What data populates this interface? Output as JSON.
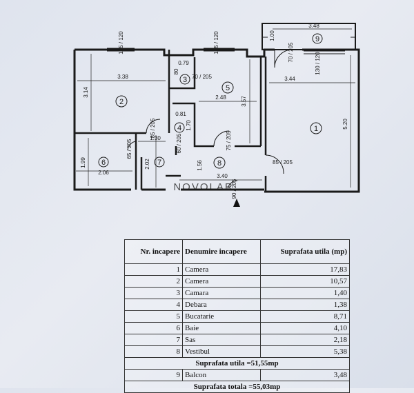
{
  "watermark": "NOVOLAR",
  "entrance_label": "ENTRANCE",
  "rooms": [
    {
      "num": "1",
      "name": "Camera",
      "area": "17,83"
    },
    {
      "num": "2",
      "name": "Camera",
      "area": "10,57"
    },
    {
      "num": "3",
      "name": "Camara",
      "area": "1,40"
    },
    {
      "num": "4",
      "name": "Debara",
      "area": "1,38"
    },
    {
      "num": "5",
      "name": "Bucatarie",
      "area": "8,71"
    },
    {
      "num": "6",
      "name": "Baie",
      "area": "4,10"
    },
    {
      "num": "7",
      "name": "Sas",
      "area": "2,18"
    },
    {
      "num": "8",
      "name": "Vestibul",
      "area": "5,38"
    },
    {
      "num": "9",
      "name": "Balcon",
      "area": "3,48"
    }
  ],
  "table": {
    "headers": [
      "Nr. incapere",
      "Denumire incapere",
      "Suprafata utila (mp)"
    ],
    "subtotal": "Suprafata utila =51,55mp",
    "total": "Suprafata totala =55,03mp"
  },
  "dimensions": {
    "balcony_width": "3.48",
    "balcony_depth": "1.00",
    "r1_width": "3.44",
    "r1_length": "5.20",
    "r2_width": "3.38",
    "r2_length": "3.14",
    "r3_width": "0.79",
    "r3_length": "80",
    "r4_width": "0.81",
    "r4_length": "1.70",
    "r5_width": "2.48",
    "r5_length": "3.57",
    "r6_width": "2.06",
    "r6_length": "1.99",
    "r7_width": "1.30",
    "r7_length": "2.02",
    "r8_width": "3.40",
    "r8_length": "1.56",
    "win_r2": "145 / 120",
    "win_r5": "145 / 120",
    "win_r1": "130 / 120",
    "door_balcony": "70 / 205",
    "door_r3": "70 / 205",
    "door_r2": "85 / 205",
    "door_r6": "65 / 205",
    "door_r4": "60 / 205",
    "door_r5": "75 / 205",
    "door_r1": "85 / 205",
    "door_entrance": "90 / 205"
  }
}
